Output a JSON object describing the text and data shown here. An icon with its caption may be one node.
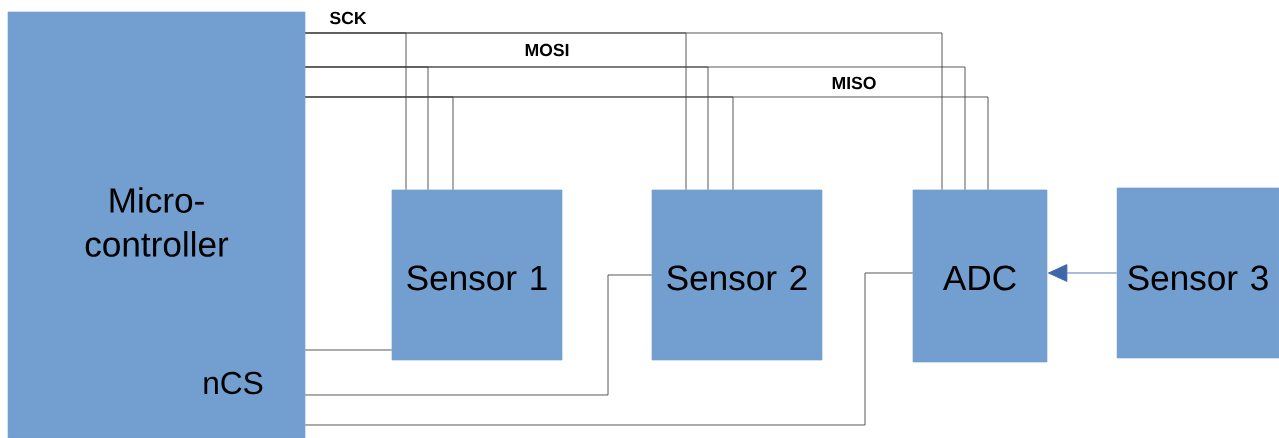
{
  "diagram": {
    "nodes": [
      {
        "text": [
          "Micro- controller",
          "nCS"
        ]
      },
      {
        "text": [
          "Sensor 1"
        ]
      },
      {
        "text": [
          "Sensor 2"
        ]
      },
      {
        "text": [
          "ADC"
        ]
      },
      {
        "text": [
          "Sensor 3"
        ]
      }
    ],
    "edges": [
      {
        "from": 0,
        "to": 1,
        "arrow": "none",
        "label": "SCK"
      },
      {
        "from": 0,
        "to": 2,
        "arrow": "none"
      },
      {
        "from": 0,
        "to": 3,
        "arrow": "none"
      },
      {
        "from": 0,
        "to": 1,
        "arrow": "none"
      },
      {
        "from": 0,
        "to": 2,
        "arrow": "none",
        "label": "MOSI"
      },
      {
        "from": 0,
        "to": 3,
        "arrow": "none"
      },
      {
        "from": 0,
        "to": 1,
        "arrow": "none"
      },
      {
        "from": 0,
        "to": 2,
        "arrow": "none"
      },
      {
        "from": 0,
        "to": 3,
        "arrow": "none",
        "label": "MISO"
      },
      {
        "from": 0,
        "to": 1,
        "arrow": "none"
      },
      {
        "from": 0,
        "to": 2,
        "arrow": "none"
      },
      {
        "from": 0,
        "to": 3,
        "arrow": "none"
      },
      {
        "from": 4,
        "to": 3,
        "arrow": "to",
        "color": "#3d67a8"
      }
    ]
  }
}
